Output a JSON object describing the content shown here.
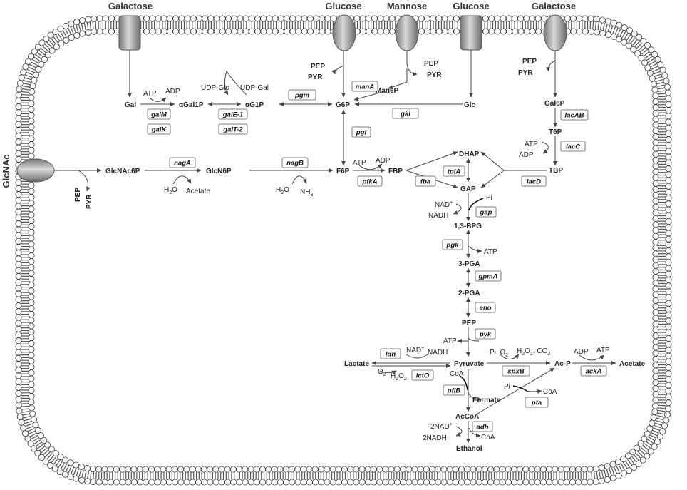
{
  "transported_sugars": {
    "galactose_left": "Galactose",
    "glucose_left": "Glucose",
    "mannose": "Mannose",
    "glucose_right": "Glucose",
    "galactose_right": "Galactose",
    "glcnac": "GlcNAc"
  },
  "metabolites": {
    "gal": "Gal",
    "agal1p": "αGal1P",
    "ag1p": "αG1P",
    "g6p": "G6P",
    "glc": "Glc",
    "man6p": "Man6P",
    "gal6p": "Gal6P",
    "t6p": "T6P",
    "tbp": "TBP",
    "glcnac6p": "GlcNAc6P",
    "glcn6p": "GlcN6P",
    "f6p": "F6P",
    "fbp": "FBP",
    "dhap": "DHAP",
    "gap": "GAP",
    "bpg": "1,3-BPG",
    "pga3": "3-PGA",
    "pga2": "2-PGA",
    "pep": "PEP",
    "pyruvate": "Pyruvate",
    "lactate": "Lactate",
    "acp": "Ac-P",
    "acetate": "Acetate",
    "formate": "Formate",
    "accoa": "AcCoA",
    "ethanol": "Ethanol"
  },
  "cofactors": {
    "pep1": "PEP",
    "pyr1": "PYR",
    "pep2": "PEP",
    "pyr2": "PYR",
    "pep3": "PEP",
    "pyr3": "PYR",
    "pep4": "PEP",
    "pyr4": "PYR",
    "atp_galk": "ATP",
    "adp_galk": "ADP",
    "udpglc": "UDP-Glc",
    "udpgal": "UDP-Gal",
    "h2o_naga": "H",
    "h2o_naga_sub": "2",
    "h2o_naga_o": "O",
    "acetate_naga": "Acetate",
    "h2o_nagb": "H",
    "h2o_nagb_sub": "2",
    "h2o_nagb_o": "O",
    "nh3": "NH",
    "nh3_sub": "3",
    "atp_pfk": "ATP",
    "adp_pfk": "ADP",
    "atp_lacc": "ATP",
    "adp_lacc": "ADP",
    "nad_gap": "NAD",
    "nad_gap_sup": "+",
    "nadh_gap": "NADH",
    "pi_gap": "Pi",
    "atp_pgk": "ATP",
    "atp_pyk": "ATP",
    "nad_ldh": "NAD",
    "nad_ldh_sup": "+",
    "nadh_ldh": "NADH",
    "o2_lcto": "O",
    "o2_lcto_sub": "2",
    "h2o2_lcto": "H",
    "h2o2_lcto_sub1": "2",
    "h2o2_lcto_o": "O",
    "h2o2_lcto_sub2": "2",
    "pi_spxb": "Pi, O",
    "pi_spxb_sub": "2",
    "h2o2_spxb": "H",
    "h2o2_spxb_sub1": "2",
    "h2o2_spxb_o": "O",
    "h2o2_spxb_sub2": "2",
    "co2_spxb": ", CO",
    "co2_spxb_sub": "2",
    "adp_acka": "ADP",
    "atp_acka": "ATP",
    "coa_pflb": "CoA",
    "pi_pta": "Pi",
    "coa_pta": "CoA",
    "nad_adh": "2NAD",
    "nad_adh_sup": "+",
    "nadh_adh": "2NADH",
    "coa_adh": "CoA"
  },
  "enzymes": {
    "pgm": "pgm",
    "mana": "manA",
    "gki": "gki",
    "pgi": "pgi",
    "galm": "galM",
    "galk": "galK",
    "gale1": "galE-1",
    "galt2": "galT-2",
    "lacab": "lacAB",
    "lacc": "lacC",
    "lacd": "lacD",
    "naga": "nagA",
    "nagb": "nagB",
    "pfka": "pfkA",
    "fba": "fba",
    "tpia": "tpiA",
    "gap": "gap",
    "pgk": "pgk",
    "gpma": "gpmA",
    "eno": "eno",
    "pyk": "pyk",
    "ldh": "ldh",
    "lcto": "lctO",
    "spxb": "spxB",
    "acka": "ackA",
    "pflb": "pflB",
    "pta": "pta",
    "adh": "adh"
  }
}
